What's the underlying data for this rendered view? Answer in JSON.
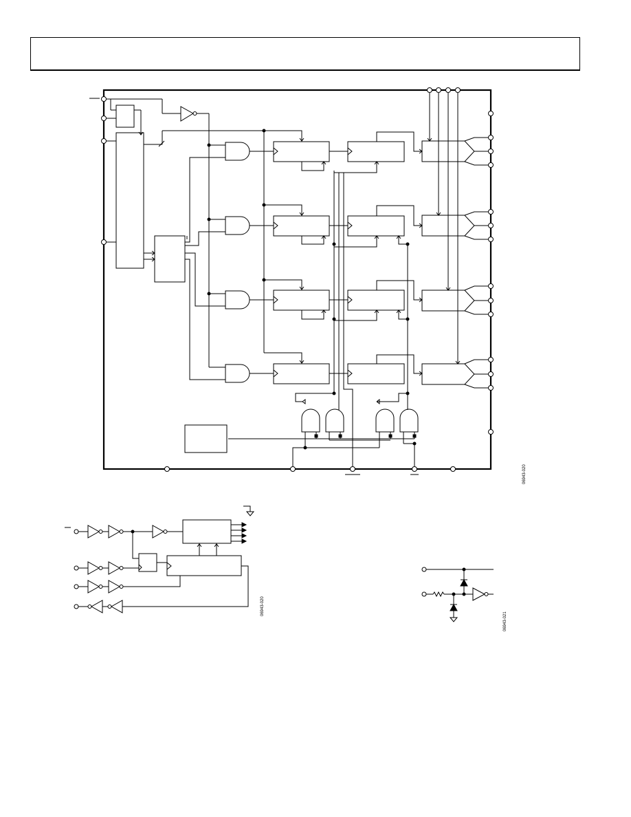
{
  "header": {
    "text": ""
  },
  "figures": [
    {
      "id": "main-block-diagram",
      "figure_number": "06943-020"
    },
    {
      "id": "daisy-chain-logic",
      "figure_number": "06943-020"
    },
    {
      "id": "input-protection",
      "figure_number": "06943-021"
    }
  ],
  "colors": {
    "line": "#000000",
    "background": "#ffffff"
  }
}
